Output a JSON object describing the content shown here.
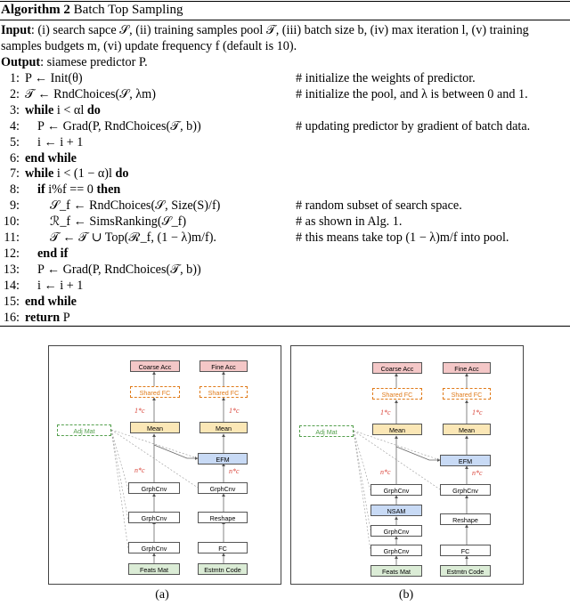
{
  "algorithm": {
    "label": "Algorithm 2",
    "title": "Batch Top Sampling",
    "input_label": "Input",
    "input_text": ": (i) search sapce 𝒮, (ii) training samples pool 𝒯, (iii) batch size b, (iv) max iteration l, (v) training samples budgets m, (vi) update frequency f (default is 10).",
    "output_label": "Output",
    "output_text": ": siamese predictor P.",
    "lines": [
      {
        "num": "1:",
        "code": "P ← Init(θ)",
        "comment": "# initialize the weights of predictor."
      },
      {
        "num": "2:",
        "code": "𝒯 ← RndChoices(𝒮, λm)",
        "comment": "# initialize the pool, and λ is between 0 and 1."
      },
      {
        "num": "3:",
        "code": "while i < αl do",
        "comment": ""
      },
      {
        "num": "4:",
        "code": "P ← Grad(P, RndChoices(𝒯, b))",
        "comment": "# updating predictor by gradient of batch data."
      },
      {
        "num": "5:",
        "code": "i ← i + 1",
        "comment": ""
      },
      {
        "num": "6:",
        "code": "end while",
        "comment": ""
      },
      {
        "num": "7:",
        "code": "while i < (1 − α)l do",
        "comment": ""
      },
      {
        "num": "8:",
        "code": "if i%f == 0 then",
        "comment": ""
      },
      {
        "num": "9:",
        "code": "𝒮_f ← RndChoices(𝒮, Size(S)/f)",
        "comment": "# random subset of search space."
      },
      {
        "num": "10:",
        "code": "ℛ_f ← SimsRanking(𝒮_f)",
        "comment": "# as shown in Alg. 1."
      },
      {
        "num": "11:",
        "code": "𝒯 ← 𝒯 ∪ Top(ℛ_f, (1 − λ)m/f).",
        "comment": "# this means take top (1 − λ)m/f into pool."
      },
      {
        "num": "12:",
        "code": "end if",
        "comment": ""
      },
      {
        "num": "13:",
        "code": "P ← Grad(P, RndChoices(𝒯, b))",
        "comment": ""
      },
      {
        "num": "14:",
        "code": "i ← i + 1",
        "comment": ""
      },
      {
        "num": "15:",
        "code": "end while",
        "comment": ""
      },
      {
        "num": "16:",
        "code": "return P",
        "comment": ""
      }
    ]
  },
  "figure": {
    "panel_a": {
      "caption": "(a)",
      "coarse_acc": "Coarse Acc",
      "fine_acc": "Fine Acc",
      "shared_fc_left": "Shared FC",
      "shared_fc_right": "Shared FC",
      "one_c_left": "1*c",
      "one_c_right": "1*c",
      "mean_left": "Mean",
      "mean_right": "Mean",
      "adj_mat": "Adj Mat",
      "efm": "EFM",
      "nc_left": "n*c",
      "nc_right": "n*c",
      "grph_l1": "GrphCnv",
      "grph_l2": "GrphCnv",
      "grph_l3": "GrphCnv",
      "grph_r": "GrphCnv",
      "reshape": "Reshape",
      "fc": "FC",
      "feats_mat": "Feats Mat",
      "estmtn_code": "Estmtn Code"
    },
    "panel_b": {
      "caption": "(b)",
      "coarse_acc": "Coarse Acc",
      "fine_acc": "Fine Acc",
      "shared_fc_left": "Shared FC",
      "shared_fc_right": "Shared FC",
      "one_c_left": "1*c",
      "one_c_right": "1*c",
      "mean_left": "Mean",
      "mean_right": "Mean",
      "adj_mat": "Adj Mat",
      "efm": "EFM",
      "nc_left": "n*c",
      "nc_right": "n*c",
      "grph_l1": "GrphCnv",
      "nsam": "NSAM",
      "grph_l2": "GrphCnv",
      "grph_l3": "GrphCnv",
      "grph_r": "GrphCnv",
      "reshape": "Reshape",
      "fc": "FC",
      "feats_mat": "Feats Mat",
      "estmtn_code": "Estmtn Code"
    }
  }
}
